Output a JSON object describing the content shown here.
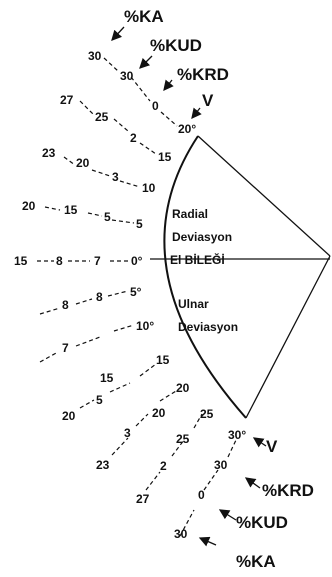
{
  "headers": {
    "ka": "%KA",
    "kud": "%KUD",
    "krd": "%KRD",
    "v": "V"
  },
  "zones": {
    "radial_line1": "Radial",
    "radial_line2": "Deviasyon",
    "wrist": "El BİLEĞİ",
    "ulnar_line1": "Ulnar",
    "ulnar_line2": "Deviasyon"
  },
  "top_scales": {
    "ka": [
      "30",
      "27",
      "23",
      "20",
      "15"
    ],
    "kud": [
      "30",
      "25",
      "20",
      "15",
      "8"
    ],
    "krd": [
      "0",
      "2",
      "3",
      "5",
      "7"
    ],
    "v": [
      "20°",
      "15",
      "10",
      "5",
      "0°"
    ]
  },
  "bottom_scales": {
    "v": [
      "5°",
      "10°",
      "15",
      "20",
      "25",
      "30°"
    ],
    "krd": [
      "8",
      "15",
      "20",
      "25",
      "30"
    ],
    "kud": [
      "8",
      "5",
      "3",
      "2",
      "0"
    ],
    "ka": [
      "7",
      "20",
      "23",
      "27",
      "30"
    ]
  }
}
